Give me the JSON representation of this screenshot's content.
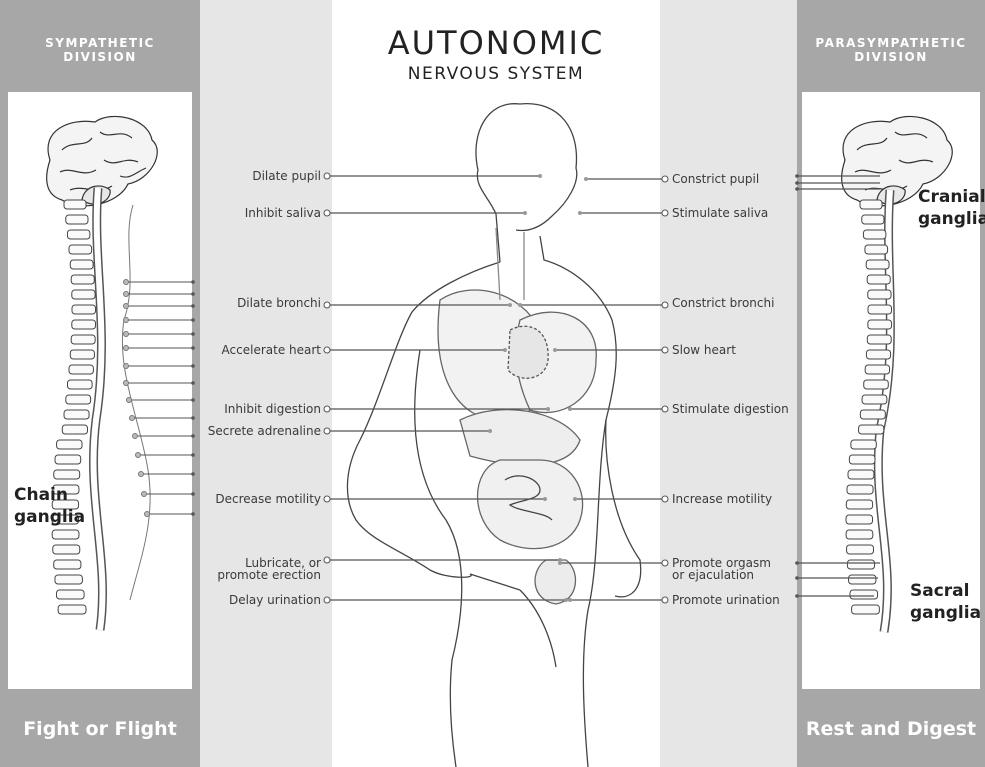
{
  "title": {
    "line1": "AUTONOMIC",
    "line2": "NERVOUS SYSTEM"
  },
  "left_panel": {
    "header_line1": "SYMPATHETIC",
    "header_line2": "DIVISION",
    "footer": "Fight or Flight",
    "ganglia_line1": "Chain",
    "ganglia_line2": "ganglia"
  },
  "right_panel": {
    "header_line1": "PARASYMPATHETIC",
    "header_line2": "DIVISION",
    "footer": "Rest and Digest",
    "cranial_line1": "Cranial",
    "cranial_line2": "ganglia",
    "sacral_line1": "Sacral",
    "sacral_line2": "ganglia"
  },
  "sympathetic_effects": [
    {
      "text": "Dilate pupil"
    },
    {
      "text": "Inhibit saliva"
    },
    {
      "text": "Dilate bronchi"
    },
    {
      "text": "Accelerate heart"
    },
    {
      "text": "Inhibit digestion"
    },
    {
      "text": "Secrete adrenaline"
    },
    {
      "text": "Decrease motility"
    },
    {
      "text": "Lubricate, or",
      "text2": "promote erection"
    },
    {
      "text": "Delay urination"
    }
  ],
  "parasympathetic_effects": [
    {
      "text": "Constrict pupil"
    },
    {
      "text": "Stimulate saliva"
    },
    {
      "text": "Constrict bronchi"
    },
    {
      "text": "Slow heart"
    },
    {
      "text": "Stimulate digestion"
    },
    {
      "text": "Increase motility"
    },
    {
      "text": "Promote orgasm",
      "text2": "or ejaculation"
    },
    {
      "text": "Promote urination"
    }
  ],
  "colors": {
    "header_gray": "#a7a7a7",
    "stripe_gray": "#e6e6e6",
    "line_dark": "#555555"
  }
}
